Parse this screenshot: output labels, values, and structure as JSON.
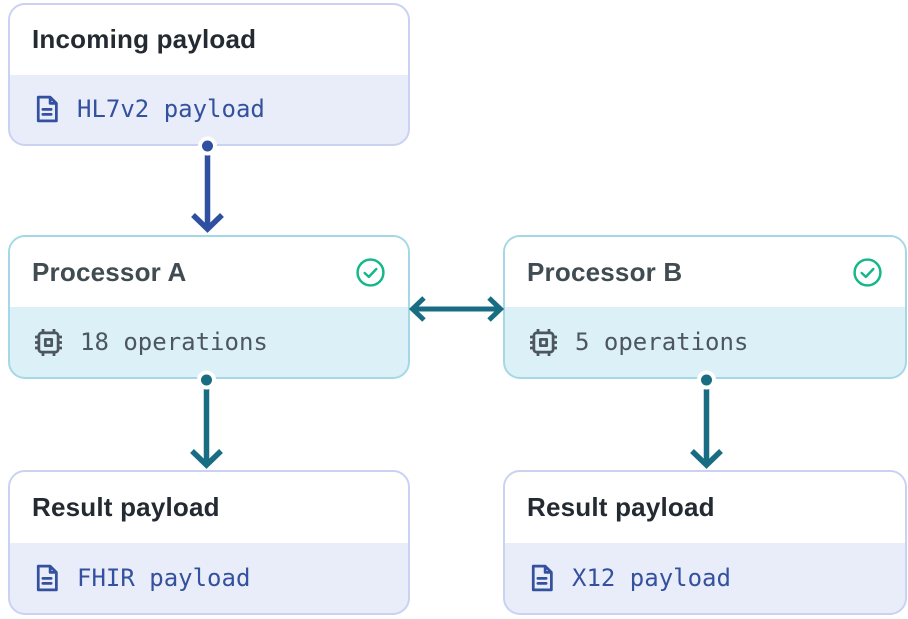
{
  "diagram": {
    "nodes": {
      "incoming": {
        "title": "Incoming payload",
        "value": "HL7v2 payload",
        "icon": "document-icon"
      },
      "processor_a": {
        "title": "Processor A",
        "value": "18 operations",
        "icon": "chip-icon",
        "status_icon": "check-circle-icon"
      },
      "processor_b": {
        "title": "Processor B",
        "value": "5 operations",
        "icon": "chip-icon",
        "status_icon": "check-circle-icon"
      },
      "result_a": {
        "title": "Result payload",
        "value": "FHIR payload",
        "icon": "document-icon"
      },
      "result_b": {
        "title": "Result payload",
        "value": "X12 payload",
        "icon": "document-icon"
      }
    },
    "edges": [
      {
        "from": "incoming",
        "to": "processor_a",
        "direction": "down",
        "color": "#2f4fa0"
      },
      {
        "from": "processor_a",
        "to": "processor_b",
        "direction": "both",
        "color": "#186d83"
      },
      {
        "from": "processor_a",
        "to": "result_a",
        "direction": "down",
        "color": "#186d83"
      },
      {
        "from": "processor_b",
        "to": "result_b",
        "direction": "down",
        "color": "#186d83"
      }
    ],
    "colors": {
      "payload_card_border": "#c9d2f0",
      "payload_card_body_bg": "#e9edfa",
      "payload_accent": "#33519e",
      "processor_card_border": "#a5d8e6",
      "processor_card_body_bg": "#dcf0f7",
      "processor_value_text": "#4d565e",
      "payload_title_text": "#242a31",
      "processor_title_text": "#414c52",
      "check_green": "#14b789",
      "arrow_indigo": "#2f4fa0",
      "arrow_teal": "#186d83"
    }
  }
}
